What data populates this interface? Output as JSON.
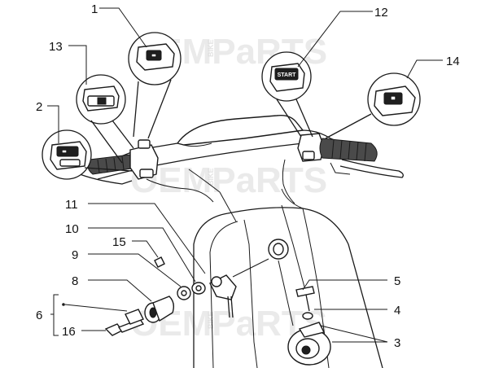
{
  "watermark": {
    "word": "OEMPaRTS",
    "side_text": "BIKE"
  },
  "callouts": [
    {
      "id": "1",
      "label": "1"
    },
    {
      "id": "2",
      "label": "2"
    },
    {
      "id": "3",
      "label": "3"
    },
    {
      "id": "4",
      "label": "4"
    },
    {
      "id": "5",
      "label": "5"
    },
    {
      "id": "6",
      "label": "6"
    },
    {
      "id": "8",
      "label": "8"
    },
    {
      "id": "9",
      "label": "9"
    },
    {
      "id": "10",
      "label": "10"
    },
    {
      "id": "11",
      "label": "11"
    },
    {
      "id": "12",
      "label": "12"
    },
    {
      "id": "13",
      "label": "13"
    },
    {
      "id": "14",
      "label": "14"
    },
    {
      "id": "15",
      "label": "15"
    },
    {
      "id": "16",
      "label": "16"
    }
  ],
  "start_button_text": "START"
}
